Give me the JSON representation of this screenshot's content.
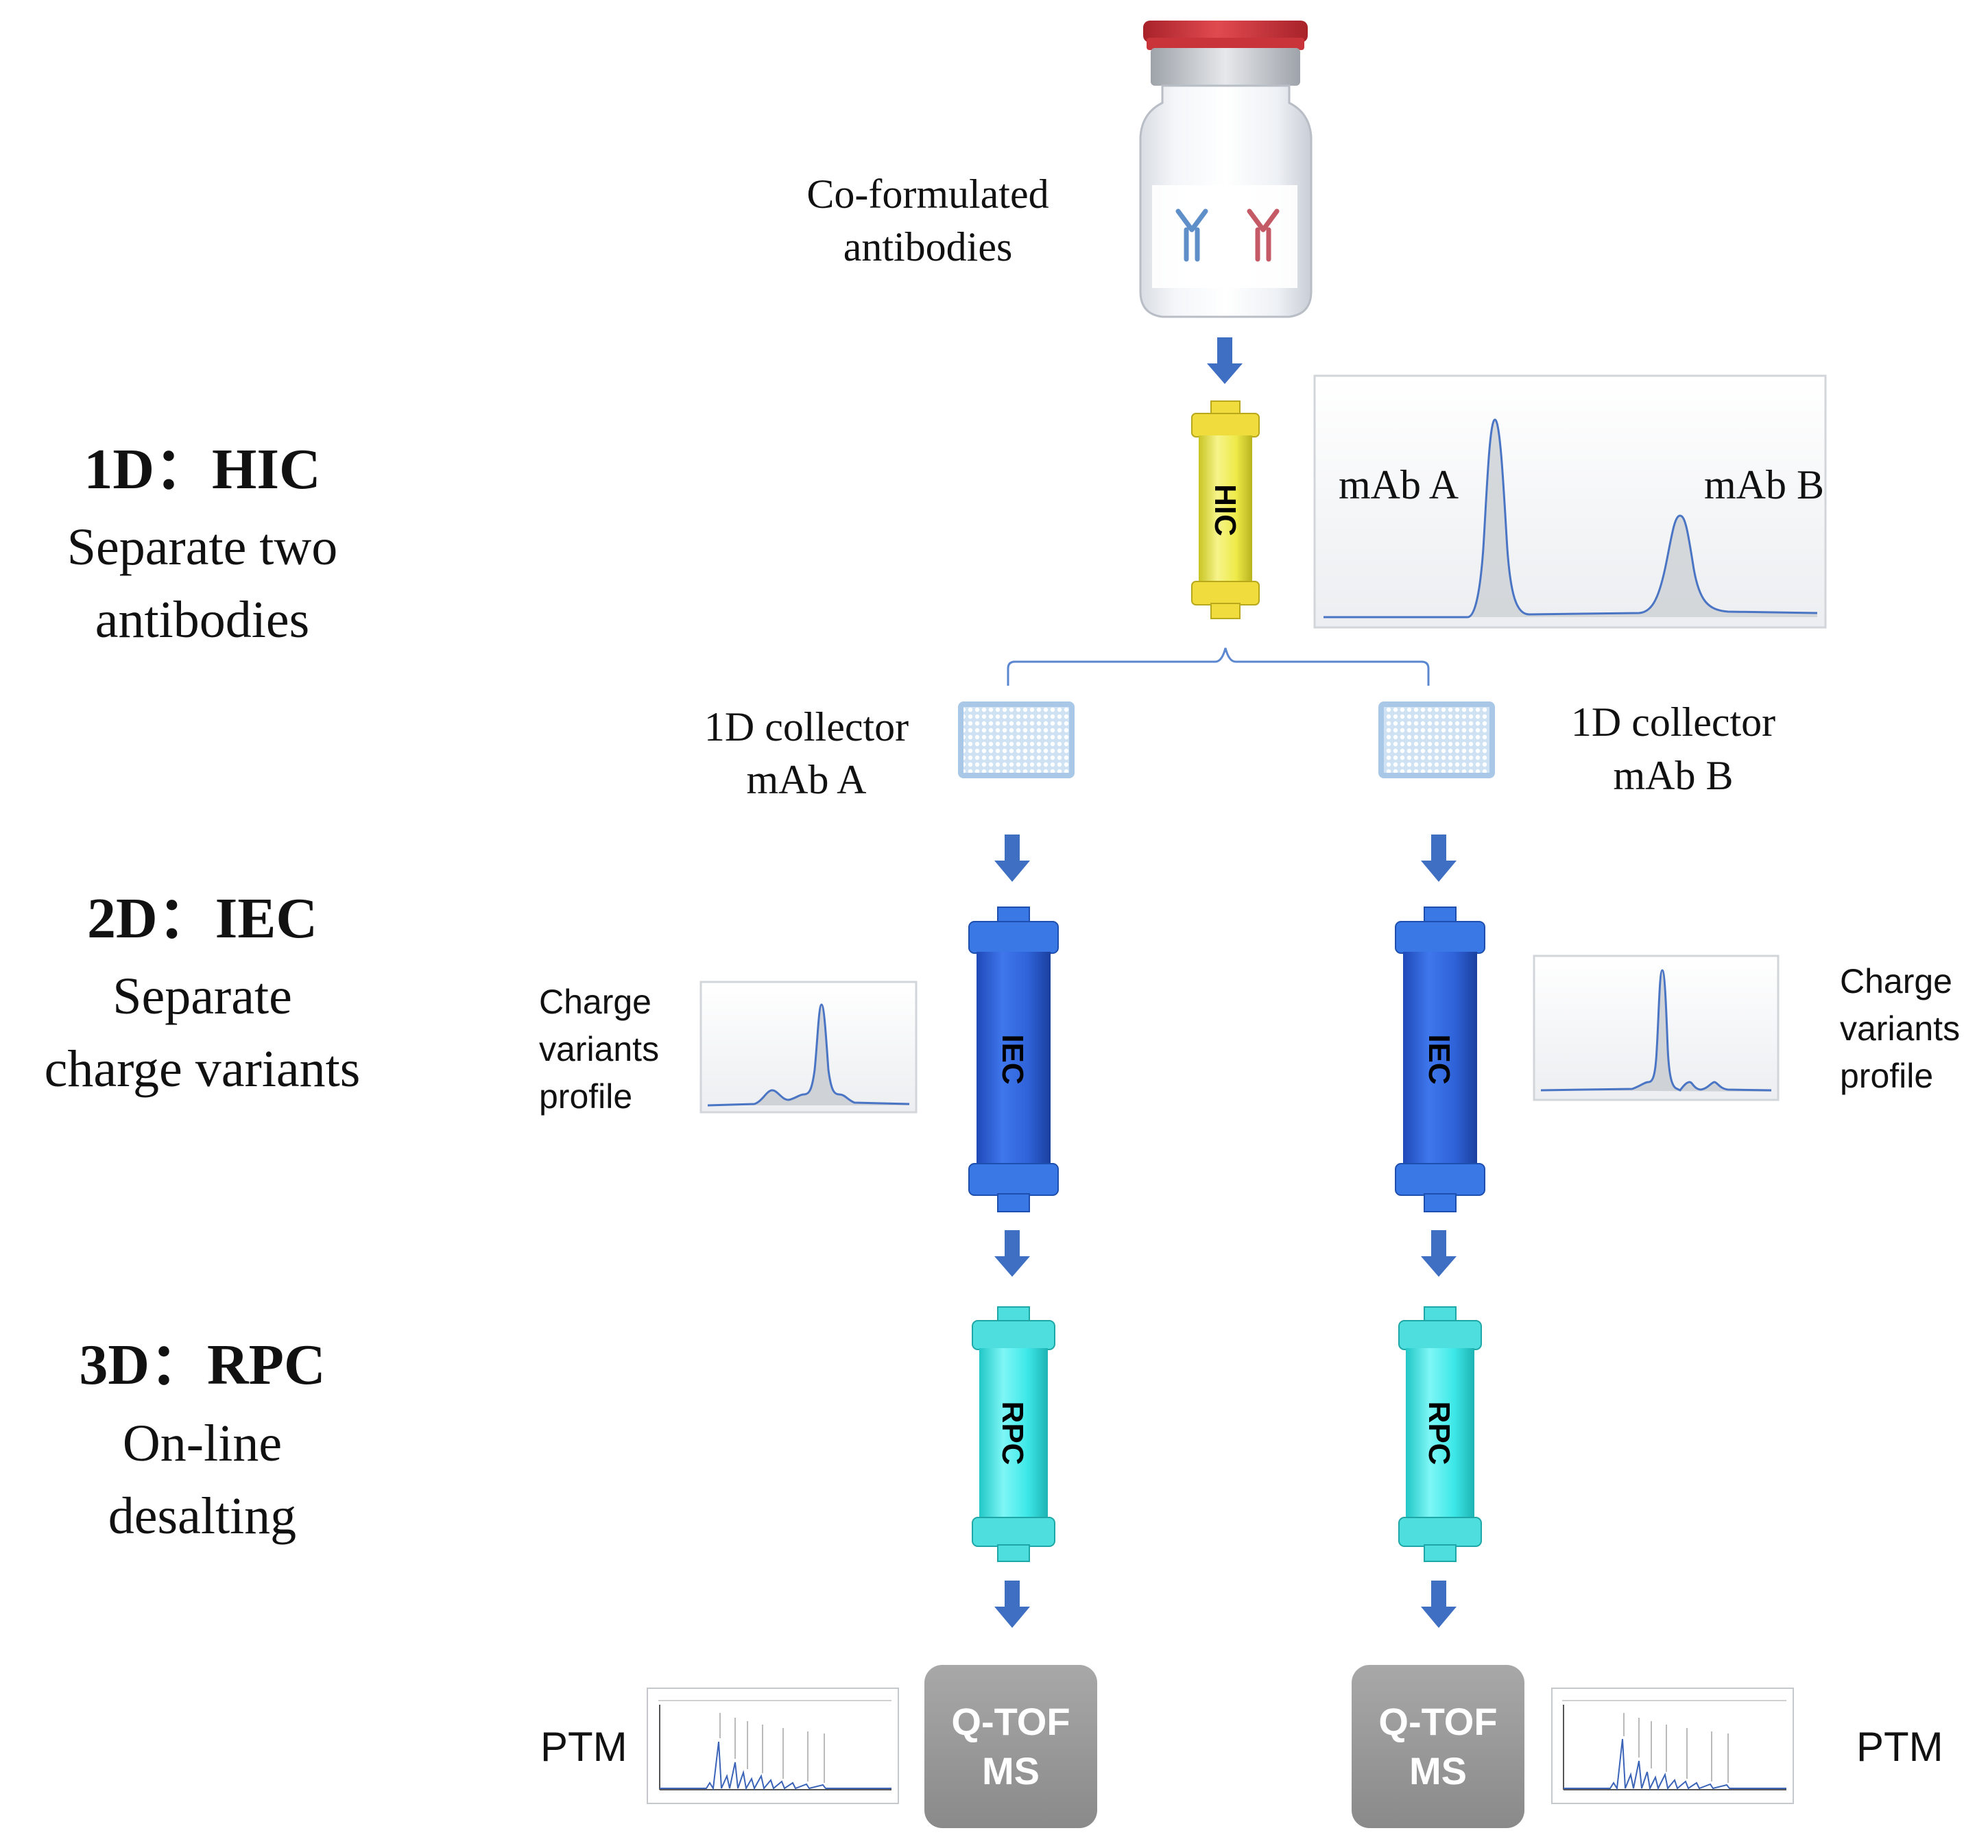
{
  "stages": [
    {
      "title": "1D：HIC",
      "desc_line1": "Separate two",
      "desc_line2": "antibodies"
    },
    {
      "title": "2D：IEC",
      "desc_line1": "Separate",
      "desc_line2": "charge variants"
    },
    {
      "title": "3D：RPC",
      "desc_line1": "On-line",
      "desc_line2": "desalting"
    }
  ],
  "vial": {
    "label_line1": "Co-formulated",
    "label_line2": "antibodies"
  },
  "hic": {
    "column_label": "HIC",
    "peak_a_label": "mAb A",
    "peak_b_label": "mAb B"
  },
  "collectors": {
    "a": {
      "line1": "1D collector",
      "line2": "mAb A"
    },
    "b": {
      "line1": "1D collector",
      "line2": "mAb B"
    }
  },
  "iec": {
    "column_label": "IEC",
    "profile_line1": "Charge",
    "profile_line2": "variants",
    "profile_line3": "profile"
  },
  "rpc": {
    "column_label": "RPC"
  },
  "ms": {
    "line1": "Q-TOF",
    "line2": "MS",
    "ptm_label": "PTM"
  },
  "colors": {
    "arrow": "#3f6fc2",
    "hic_column": "#f2f05a",
    "hic_cap": "#f0dc3c",
    "iec_column": "#2f62d8",
    "iec_cap": "#3a78e6",
    "rpc_column": "#3ee8e8",
    "rpc_cap": "#4fdede",
    "qtof_box": "#9b9b9b",
    "trace": "#4a74c4",
    "antibody_a": "#5f8fc9",
    "antibody_b": "#c45a66"
  }
}
